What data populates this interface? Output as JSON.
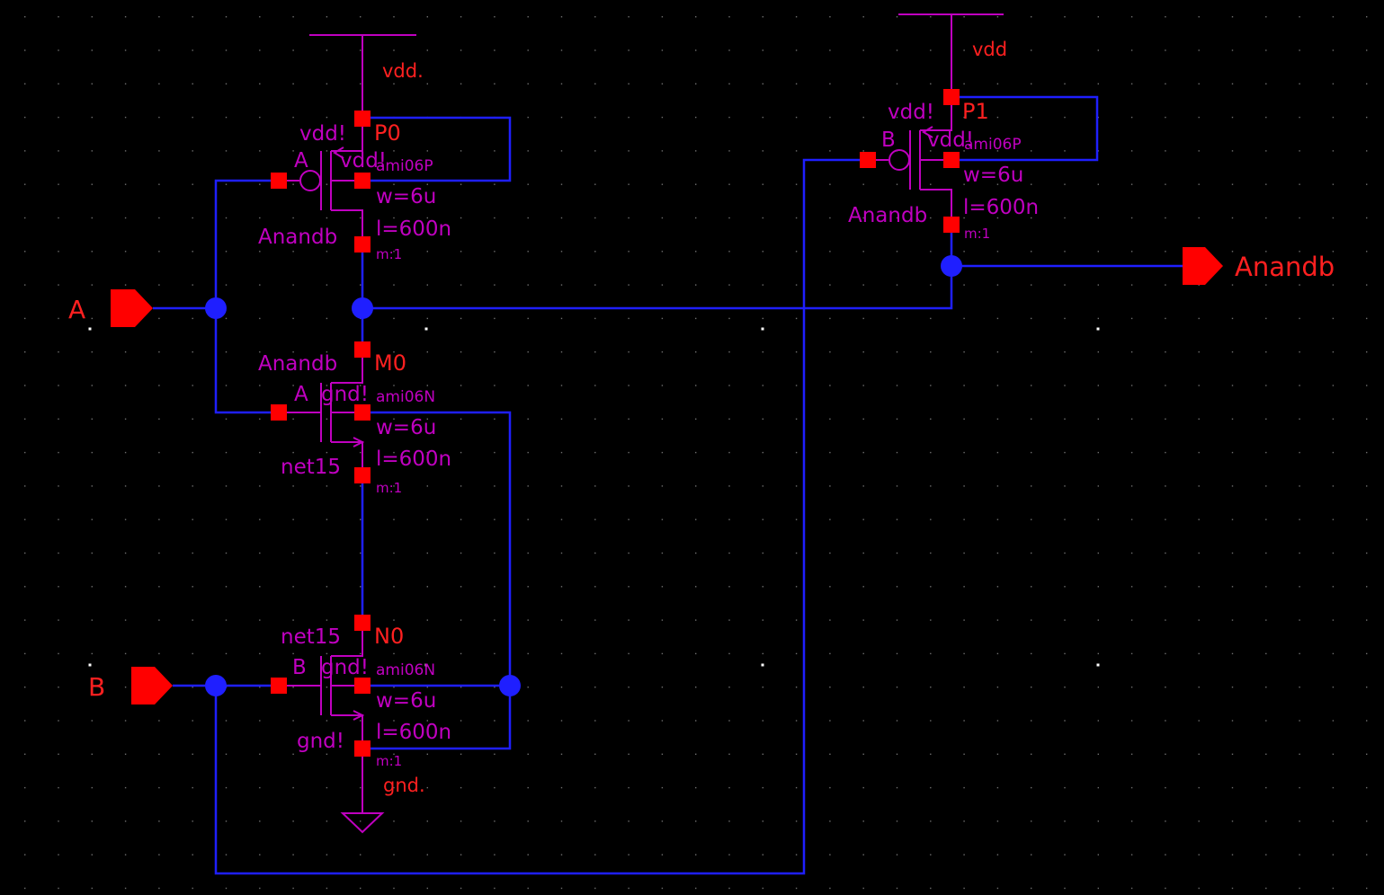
{
  "colors": {
    "background": "#000000",
    "wire": "#1f1fff",
    "symbol": "#c000c0",
    "pin": "#ff0000",
    "pin_label": "#ff2020",
    "dot_small": "#c8c8c8",
    "dot_large": "#ffffff"
  },
  "supplies": {
    "vdd_left": "vdd.",
    "vdd_right": "vdd",
    "gnd": "gnd."
  },
  "transistors": {
    "p0": {
      "name": "P0",
      "model": "ami06P",
      "width": "w=6u",
      "length": "l=600n",
      "mult": "m:1",
      "bulk_label": "vdd!",
      "bulk_label2": "vdd!",
      "gate_label": "A",
      "drain_label": "Anandb"
    },
    "p1": {
      "name": "P1",
      "model": "ami06P",
      "width": "w=6u",
      "length": "l=600n",
      "mult": "m:1",
      "bulk_label": "vdd!",
      "bulk_label2": "vdd!",
      "gate_label": "B",
      "drain_label": "Anandb"
    },
    "m0": {
      "name": "M0",
      "model": "ami06N",
      "width": "w=6u",
      "length": "l=600n",
      "mult": "m:1",
      "bulk_label": "gnd!",
      "gate_label": "A",
      "drain_label": "Anandb",
      "source_label": "net15"
    },
    "n0": {
      "name": "N0",
      "model": "ami06N",
      "width": "w=6u",
      "length": "l=600n",
      "mult": "m:1",
      "bulk_label": "gnd!",
      "gate_label": "B",
      "drain_label": "net15",
      "source_label": "gnd!"
    }
  },
  "pins": {
    "input_a": "A",
    "input_b": "B",
    "output": "Anandb"
  }
}
